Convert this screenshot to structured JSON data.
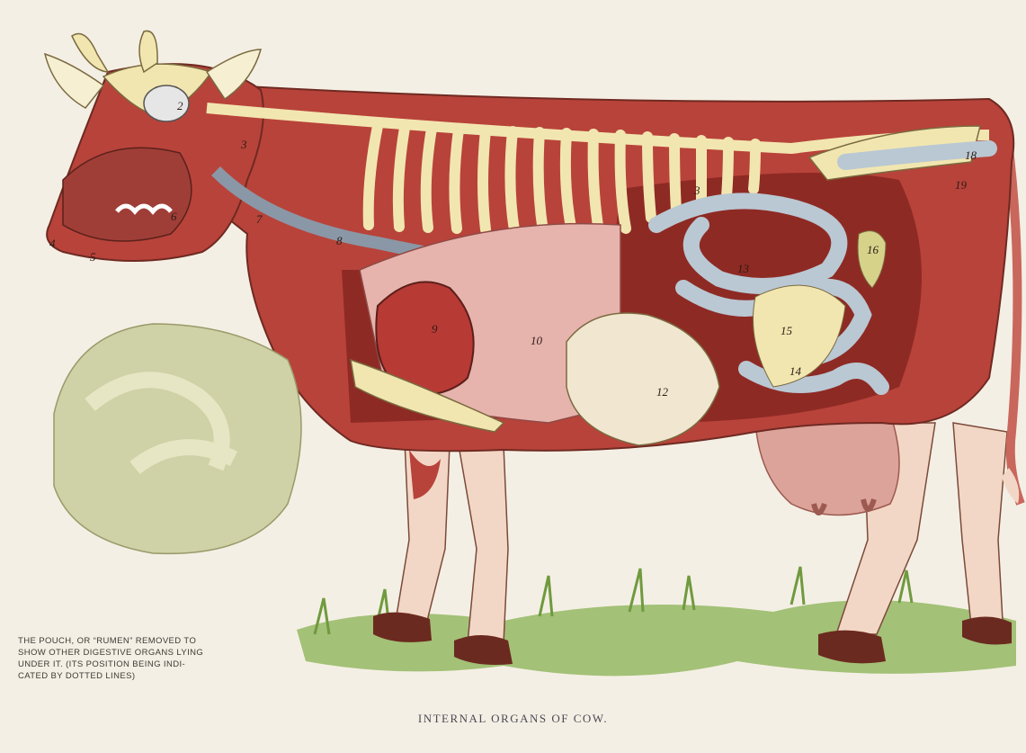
{
  "plate_title": "INTERNAL ORGANS OF COW.",
  "side_caption": {
    "lines": [
      "THE POUCH, OR “RUMEN” REMOVED TO",
      "SHOW OTHER DIGESTIVE ORGANS LYING",
      "UNDER IT. (ITS POSITION BEING INDI-",
      "CATED BY DOTTED LINES)"
    ]
  },
  "organ_numbers": [
    "2",
    "3",
    "3",
    "4",
    "5",
    "6",
    "7",
    "8",
    "9",
    "10",
    "12",
    "13",
    "14",
    "15",
    "16",
    "18",
    "19"
  ],
  "colors": {
    "background": "#f4efe4",
    "muscle": "#b8433a",
    "muscle_dark": "#8e2a24",
    "bone": "#f2e6b0",
    "intestine": "#b9c8d3",
    "lung": "#e7b3ad",
    "heart": "#b83a35",
    "stomach": "#f1e6cf",
    "udder": "#dca39b",
    "rumen": "#cfd1a6",
    "grass": "#8fb35c",
    "hoof": "#6b2a1f"
  }
}
